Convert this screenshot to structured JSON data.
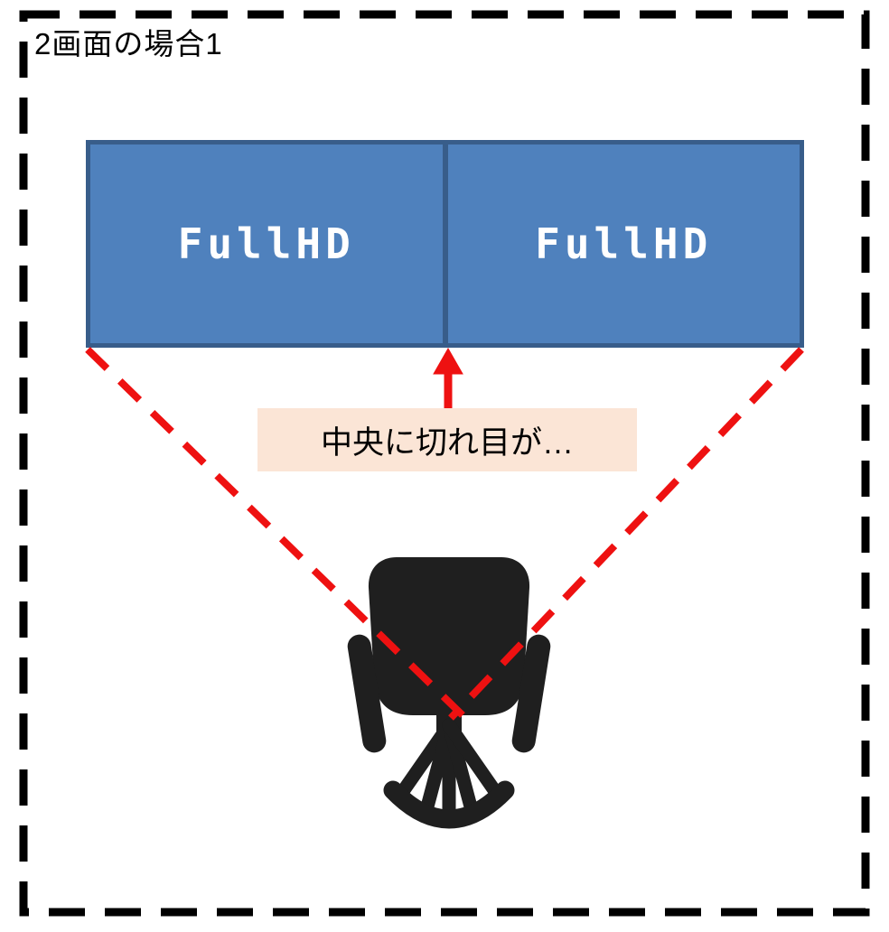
{
  "title": "2画面の場合1",
  "monitors": [
    {
      "label": "FullHD"
    },
    {
      "label": "FullHD"
    }
  ],
  "callout": {
    "text": "中央に切れ目が…"
  },
  "icons": {
    "chair": "office-chair-top-view-icon",
    "arrow": "arrow-up-icon"
  },
  "colors": {
    "monitor_fill": "#4F81BD",
    "monitor_border": "#385D8A",
    "callout_bg": "#FBE5D6",
    "accent_red": "#EE1111",
    "chair_black": "#1F1F1F",
    "border_black": "#000000"
  }
}
